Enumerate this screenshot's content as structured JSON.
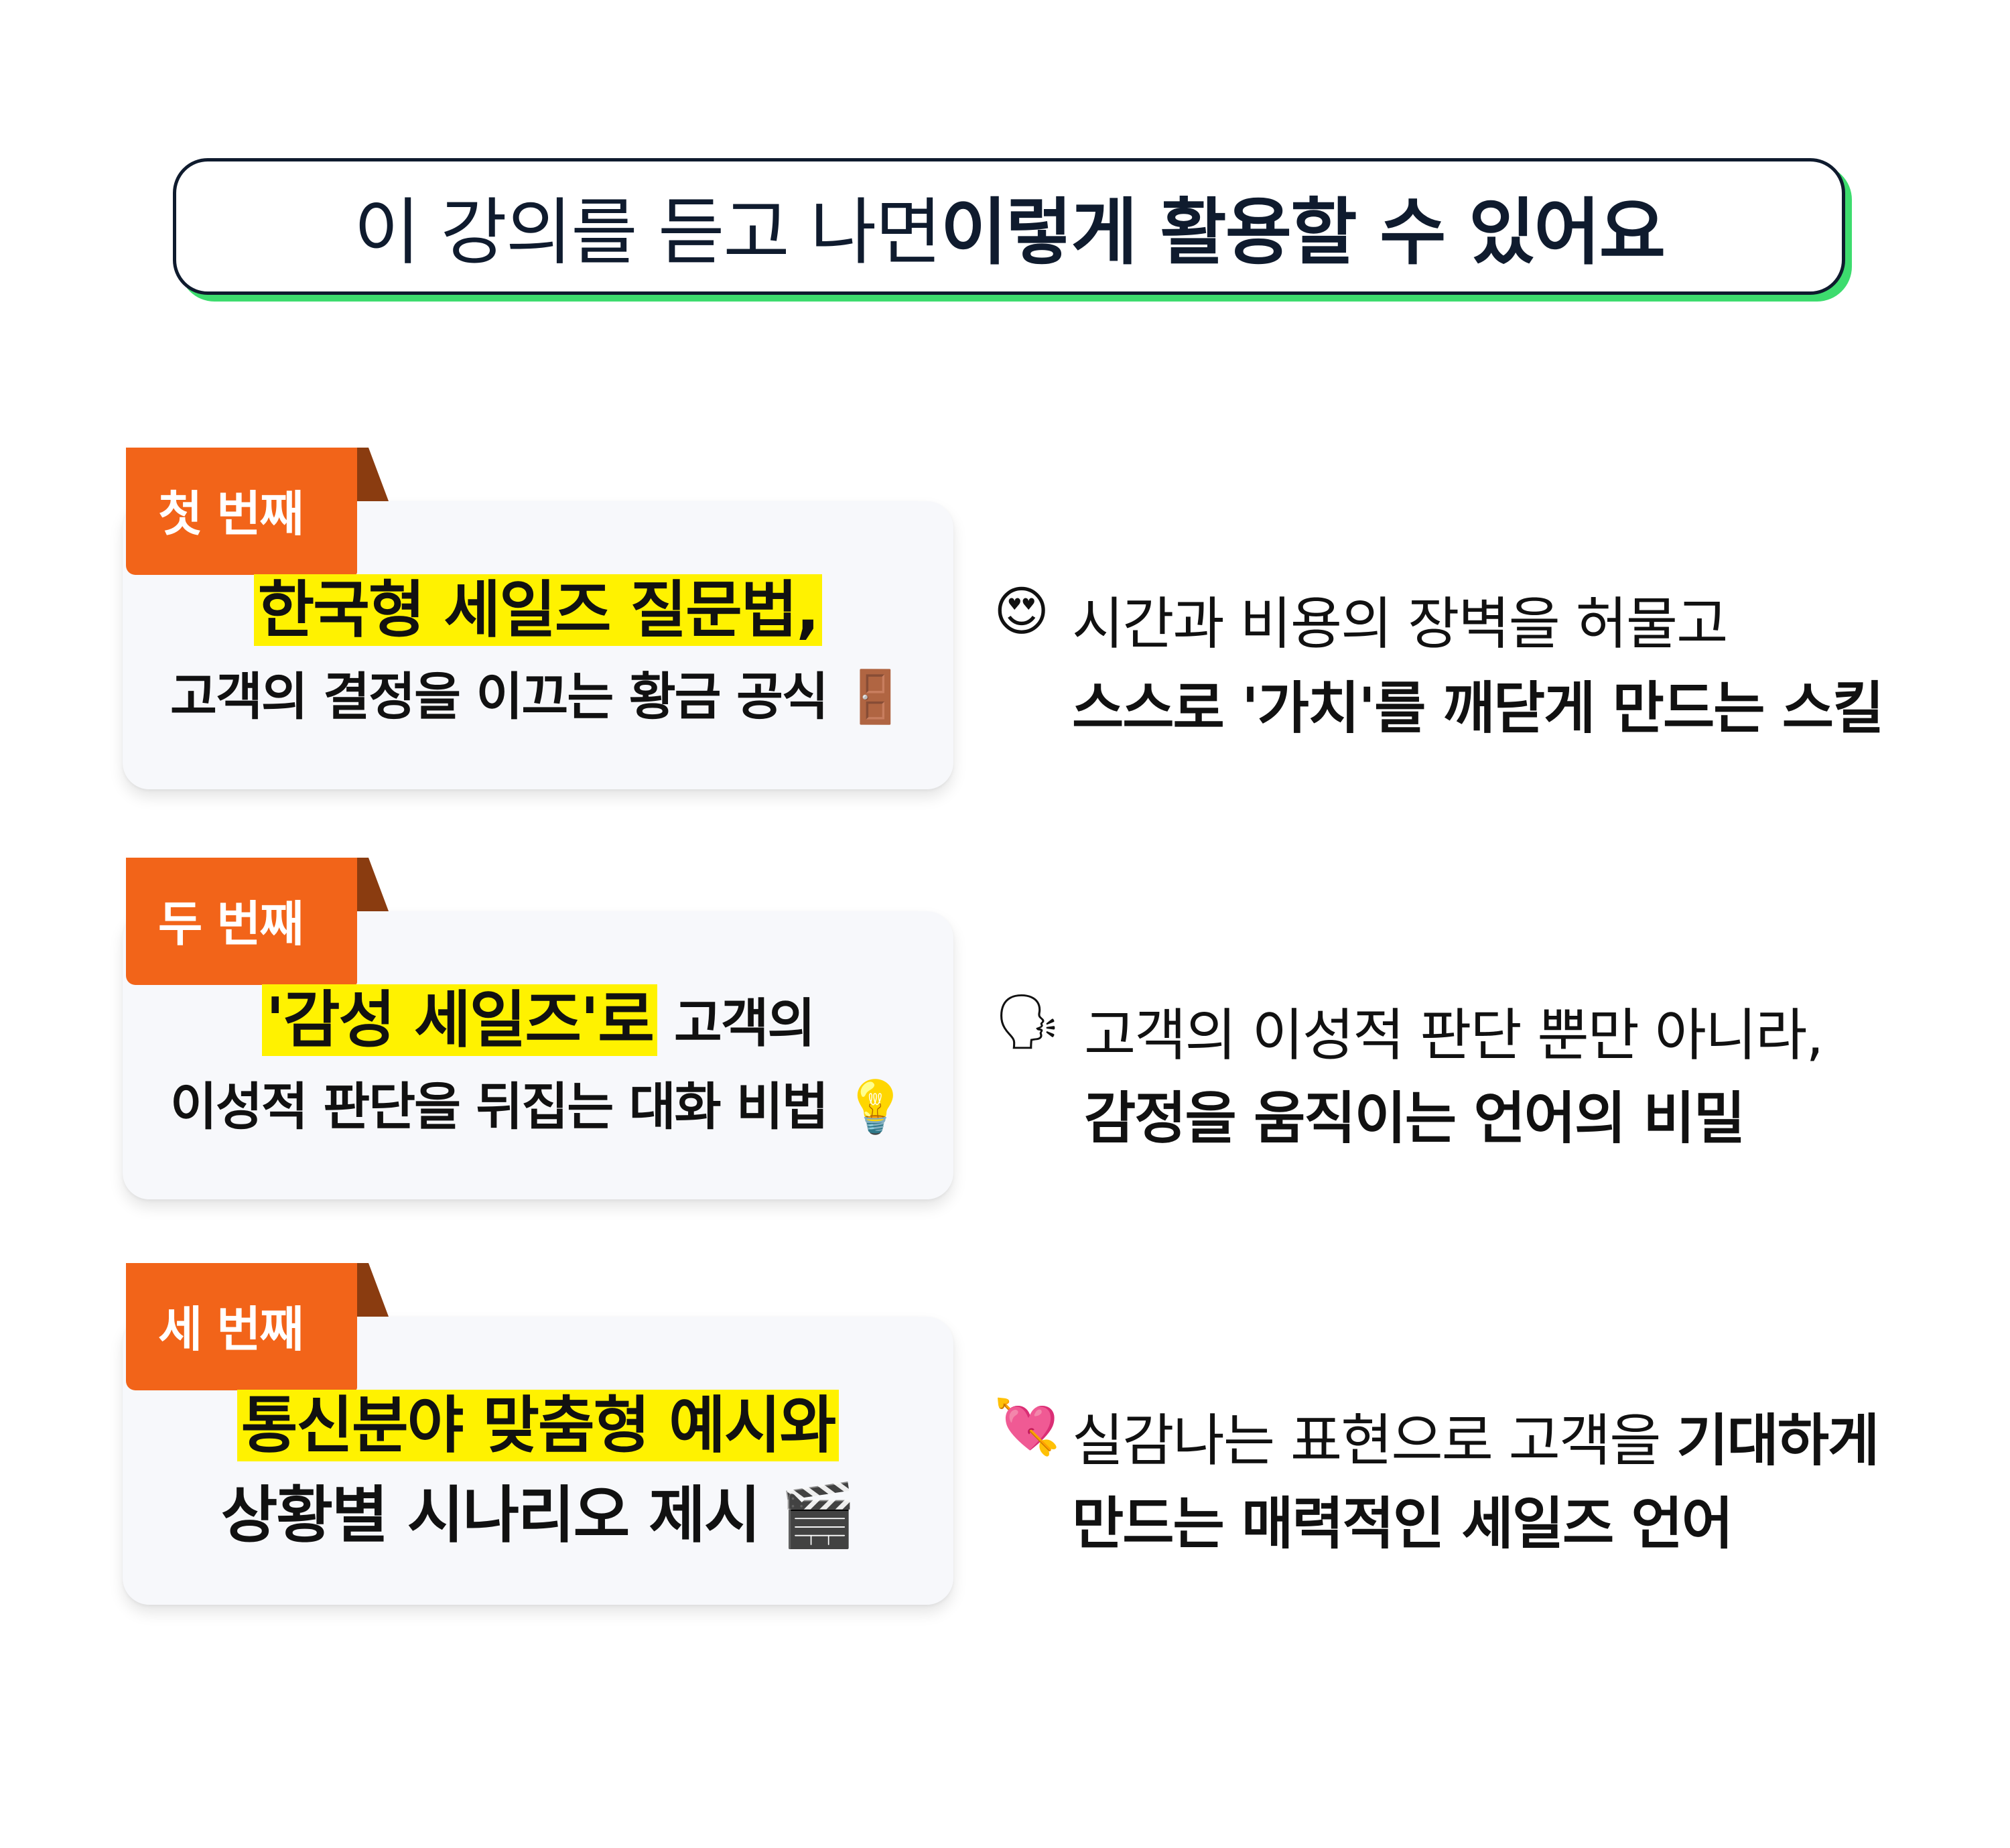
{
  "header": {
    "title_normal": "이 강의를 듣고 나면 ",
    "title_bold": "이렇게 활용할 수 있어요"
  },
  "items": [
    {
      "tab": "첫 번째",
      "card_line1_highlight": "한국형 세일즈 질문법,",
      "card_line1_rest": "",
      "card_line2": "고객의 결정을 이끄는 황금 공식",
      "card_icon": "🚪",
      "card_icon_name": "door-icon",
      "right_icon": "😍",
      "right_icon_name": "heart-eyes-icon",
      "right_line1": "시간과 비용의 장벽을 허물고",
      "right_line2": "스스로 '가치'를 깨닫게 만드는 스킬"
    },
    {
      "tab": "두 번째",
      "card_line1_highlight": "'감성 세일즈'로",
      "card_line1_rest": " 고객의",
      "card_line2": "이성적 판단을 뒤집는 대화 비법",
      "card_icon": "💡",
      "card_icon_name": "lightbulb-icon",
      "right_icon": "🗣",
      "right_icon_name": "speaking-head-icon",
      "right_line1": "고객의 이성적 판단 뿐만 아니라,",
      "right_line2": "감정을 움직이는 언어의 비밀"
    },
    {
      "tab": "세 번째",
      "card_line1_highlight": "통신분야 맞춤형 예시와",
      "card_line1_rest": "",
      "card_line2": "상황별 시나리오 제시",
      "card_icon": "🎬",
      "card_icon_name": "clapper-board-icon",
      "right_icon": "💘",
      "right_icon_name": "heart-with-arrow-icon",
      "right_line1_normal": "실감나는 표현으로 고객을 ",
      "right_line1_bold": "기대하게",
      "right_line2": "만드는 매력적인 세일즈 언어"
    }
  ],
  "colors": {
    "header_border": "#0f1b2e",
    "header_shadow": "#3ddc6e",
    "tab_orange": "#f26419",
    "tab_fold": "#8a3c10",
    "highlight": "#fff200",
    "card_bg": "#f7f8fb"
  }
}
